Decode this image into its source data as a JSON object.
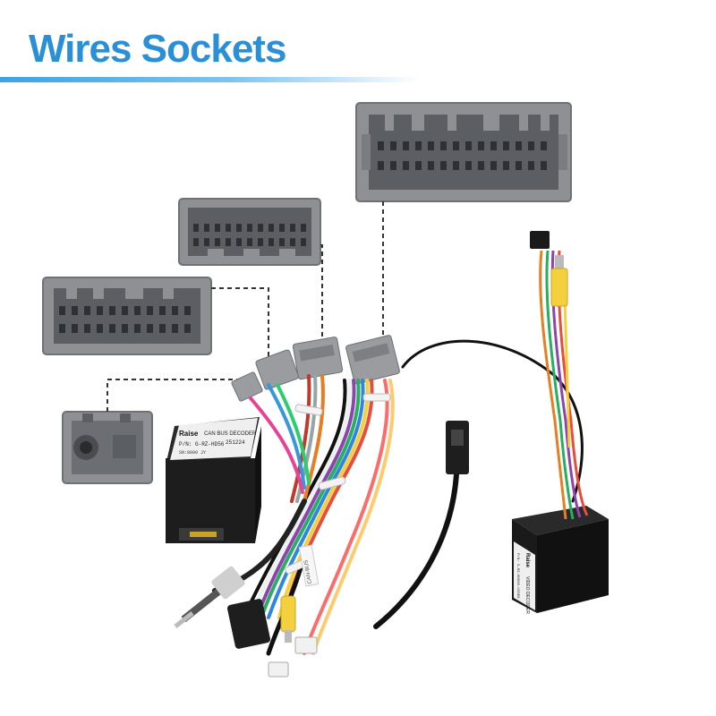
{
  "header": {
    "title": "Wires Sockets"
  },
  "can_box": {
    "brand": "Raise",
    "product": "CAN BUS DECODER",
    "part_number": "P/N: G-RZ-HD56",
    "code": "251224",
    "serial": "SN:0000 JY",
    "small_text": [
      "",
      "",
      ""
    ]
  },
  "video_box": {
    "brand": "Raise",
    "product": "VIDEO DECODER",
    "part_number": "P/N: G-RZ-HD560-VIDEO",
    "small_text": [
      "",
      ""
    ]
  },
  "cable_tags": [
    "CAN-BUS"
  ],
  "colors": {
    "title": "#2a8fd6",
    "connector_gray": "#8e9094",
    "connector_dark": "#5b5e63",
    "box_black": "#222222",
    "box_label": "#f1f1f1"
  }
}
